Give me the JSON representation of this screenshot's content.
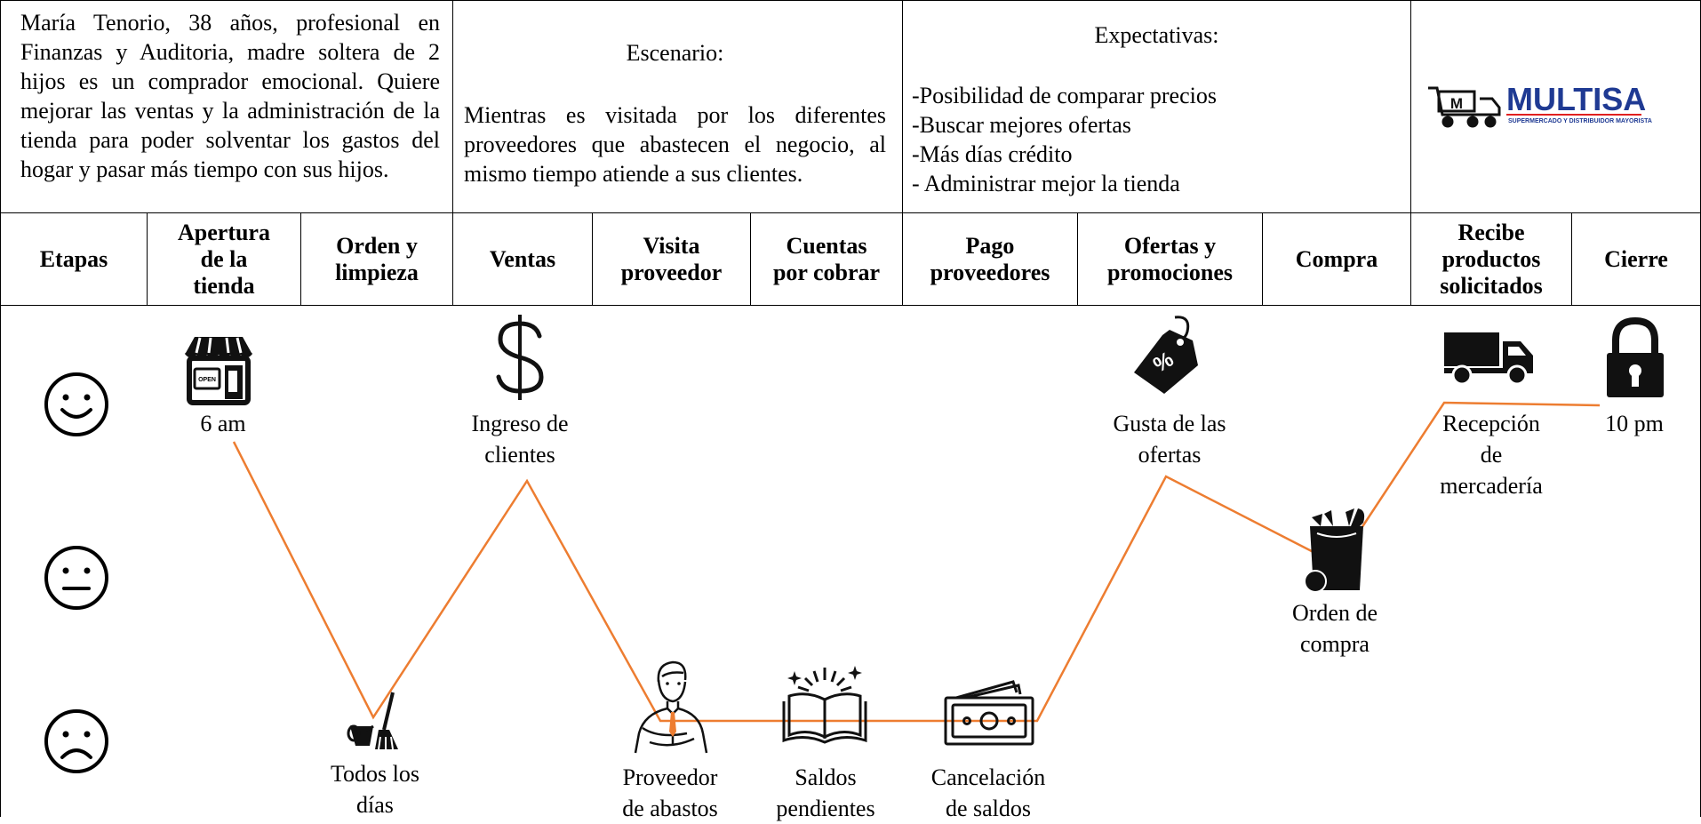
{
  "persona": {
    "text": "María Tenorio, 38 años, profesional en Finanzas y Auditoria, madre soltera de 2 hijos es un comprador emocional. Quiere mejorar las ventas y la administración de la tienda para poder solventar los gastos del hogar y pasar más tiempo con sus hijos."
  },
  "scenario": {
    "title": "Escenario:",
    "body": "Mientras es visitada por los diferentes proveedores que abastecen el negocio, al mismo tiempo atiende a sus clientes."
  },
  "expectations": {
    "title": "Expectativas:",
    "items": [
      "-Posibilidad de comparar precios",
      "-Buscar mejores ofertas",
      "-Más días crédito",
      "- Administrar mejor la tienda"
    ]
  },
  "logo": {
    "text": "MULTISA",
    "tagline": "SUPERMERCADO Y DISTRIBUIDOR MAYORISTA",
    "cart_letter": "M",
    "door_sign": "OPEN",
    "tag_symbol": "%"
  },
  "stages": {
    "label": "Etapas",
    "items": [
      "Apertura\nde la\ntienda",
      "Orden y\nlimpieza",
      "Ventas",
      "Visita\nproveedor",
      "Cuentas\npor cobrar",
      "Pago\nproveedores",
      "Ofertas y\npromociones",
      "Compra",
      "Recibe\nproductos\nsolicitados",
      "Cierre"
    ]
  },
  "moments": {
    "apertura": "6 am",
    "orden": "Todos los\ndías",
    "ventas": "Ingreso de\nclientes",
    "visita": "Proveedor\nde abastos",
    "cuentas": "Saldos\npendientes",
    "pago": "Cancelación\nde saldos",
    "ofertas": "Gusta de las\nofertas",
    "compra": "Orden de\ncompra",
    "recibe": "Recepción\nde\nmercadería",
    "cierre": "10 pm"
  },
  "colors": {
    "line": "#ED7D31",
    "border": "#000000",
    "logo_blue": "#1F3A93",
    "logo_red": "#E02020"
  },
  "icons": [
    "happy-face-icon",
    "neutral-face-icon",
    "sad-face-icon",
    "store-icon",
    "broom-bucket-icon",
    "dollar-icon",
    "businessman-icon",
    "open-book-icon",
    "cash-icon",
    "price-tag-icon",
    "grocery-bag-icon",
    "truck-icon",
    "padlock-icon"
  ]
}
